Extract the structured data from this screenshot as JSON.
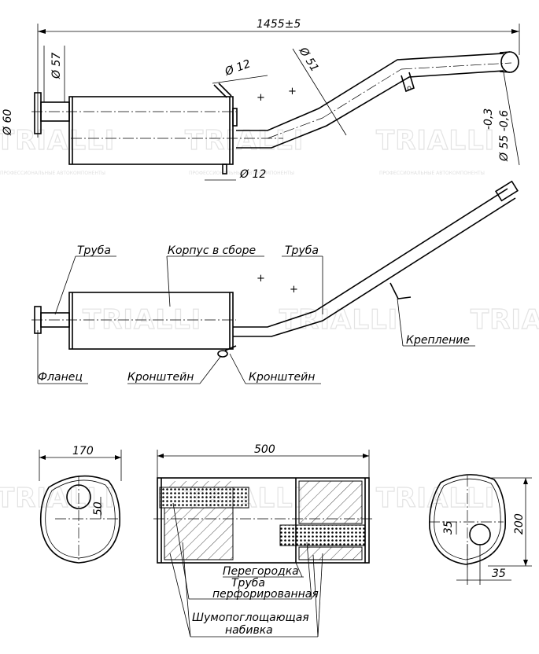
{
  "watermark": {
    "brand": "TRIALLI",
    "tagline": "ПРОФЕССИОНАЛЬНЫЕ АВТОКОМПОНЕНТЫ"
  },
  "dimensions": {
    "overall_length": "1455±5",
    "flange_dia": "Ø 60",
    "inlet_dia": "Ø 57",
    "bracket_top_dia": "Ø 12",
    "bracket_bottom_dia": "Ø 12",
    "pipe_dia": "Ø 51",
    "outlet_tol": "-0,3",
    "outlet_dia": "Ø 55 -0,6",
    "body_width": "170",
    "body_length": "500",
    "body_height": "200",
    "inlet_offset": "50",
    "outlet_offset_v": "35",
    "outlet_offset_h": "35"
  },
  "labels": {
    "pipe_left": "Труба",
    "body_assembly": "Корпус в сборе",
    "pipe_right": "Труба",
    "mount": "Крепление",
    "flange": "Фланец",
    "bracket_1": "Кронштейн",
    "bracket_2": "Кронштейн",
    "partition": "Перегородка",
    "perf_pipe_1": "Труба",
    "perf_pipe_2": "перфорированная",
    "packing_1": "Шумопоглощающая",
    "packing_2": "набивка"
  }
}
